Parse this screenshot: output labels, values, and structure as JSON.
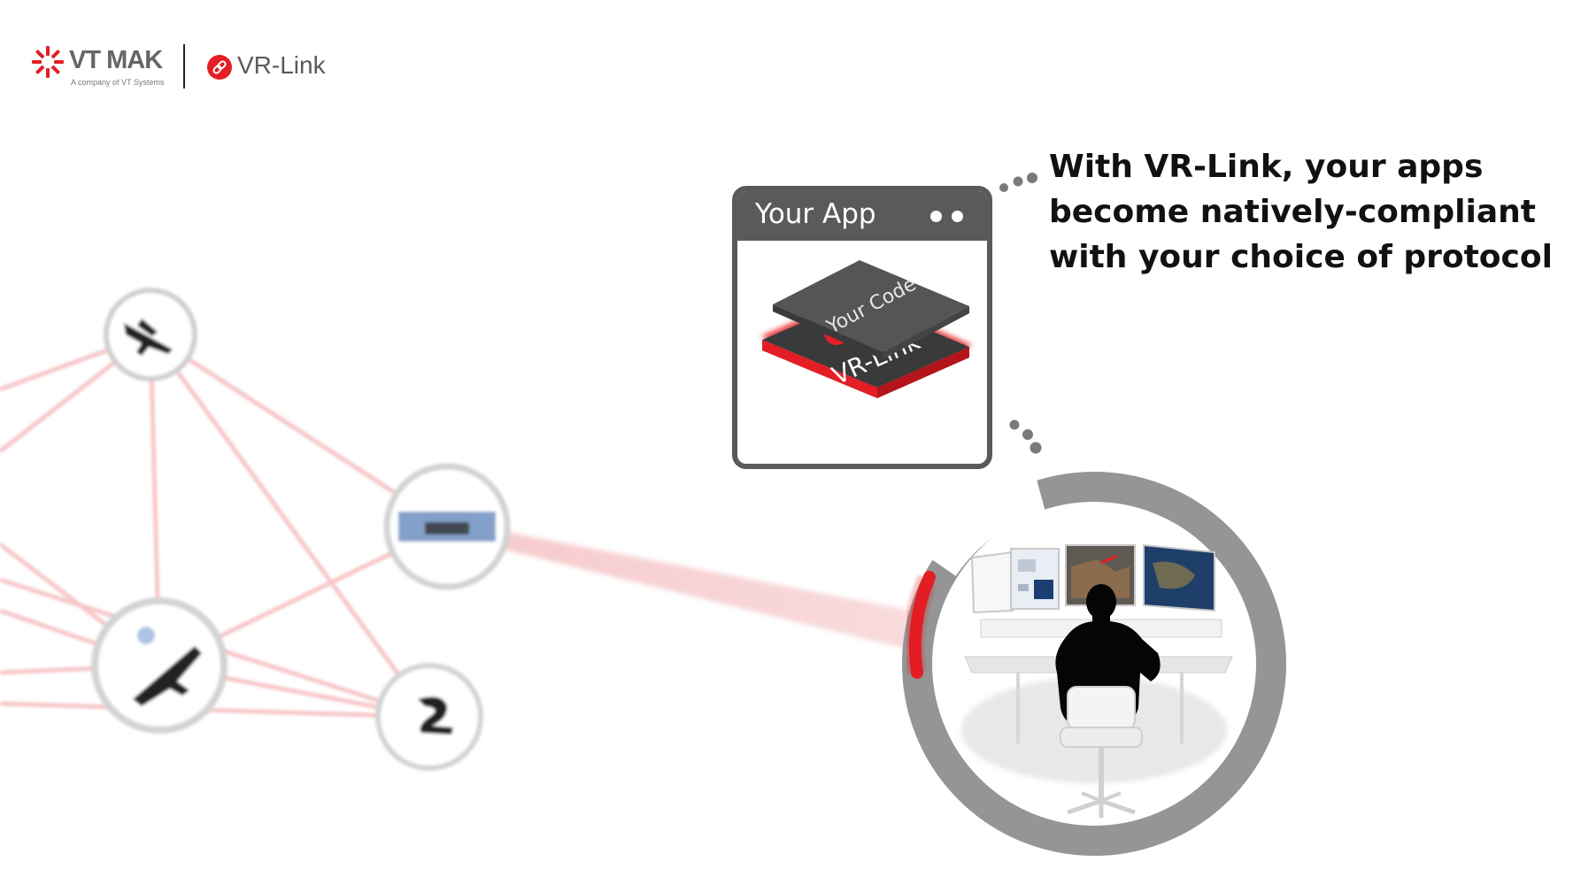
{
  "header": {
    "company_name": "VT MAK",
    "company_subtitle": "A company of VT Systems",
    "product_name": "VR-Link",
    "company_icon": "vtmak-burst-logo-icon",
    "product_icon": "vrlink-link-logo-icon"
  },
  "app_window": {
    "title": "Your App",
    "layer_top_label": "Your Code",
    "layer_bottom_label": "VR-Link"
  },
  "caption": {
    "line1": "With VR-Link, your apps",
    "line2": "become natively-compliant",
    "line3": "with your choice of protocol"
  },
  "network": {
    "nodes": [
      "aircraft-node-icon",
      "vehicle-node-icon",
      "fighter-jet-node-icon",
      "helicopter-node-icon"
    ]
  },
  "workstation": {
    "icon": "operator-workstation-icon"
  },
  "colors": {
    "accent": "#e31e24",
    "link_line": "#f3b9bb",
    "frame_gray": "#5a5a5a",
    "ring_gray": "#959595",
    "text_dark": "#111111"
  }
}
